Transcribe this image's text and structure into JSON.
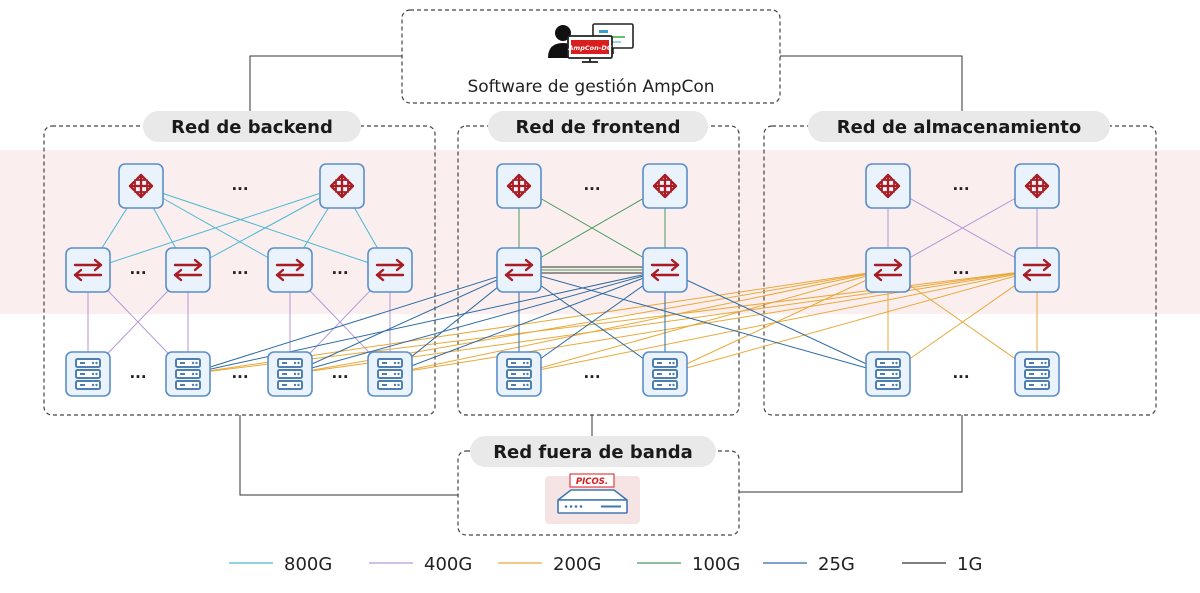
{
  "management": {
    "label": "Software de gestión AmpCon",
    "screen_brand": "AmpCon-DC"
  },
  "zones": {
    "backend": "Red de backend",
    "frontend": "Red de frontend",
    "storage": "Red de almacenamiento",
    "oob": "Red fuera de banda"
  },
  "oob_device": {
    "brand": "PICOS."
  },
  "ellipsis": "...",
  "legend": [
    {
      "label": "800G",
      "color": "#4bb8d4"
    },
    {
      "label": "400G",
      "color": "#b696d6"
    },
    {
      "label": "200G",
      "color": "#e9a93a"
    },
    {
      "label": "100G",
      "color": "#4a9a5c"
    },
    {
      "label": "25G",
      "color": "#2e6ba3"
    },
    {
      "label": "1G",
      "color": "#333333"
    }
  ],
  "colors": {
    "switch_icon": "#a81d24",
    "server_icon": "#4e7fb0",
    "device_border": "#5b8ec9",
    "device_fill": "#eaf2fb",
    "band": "#fbeeee",
    "pill": "#e9e9e9",
    "dashed": "#444444"
  }
}
